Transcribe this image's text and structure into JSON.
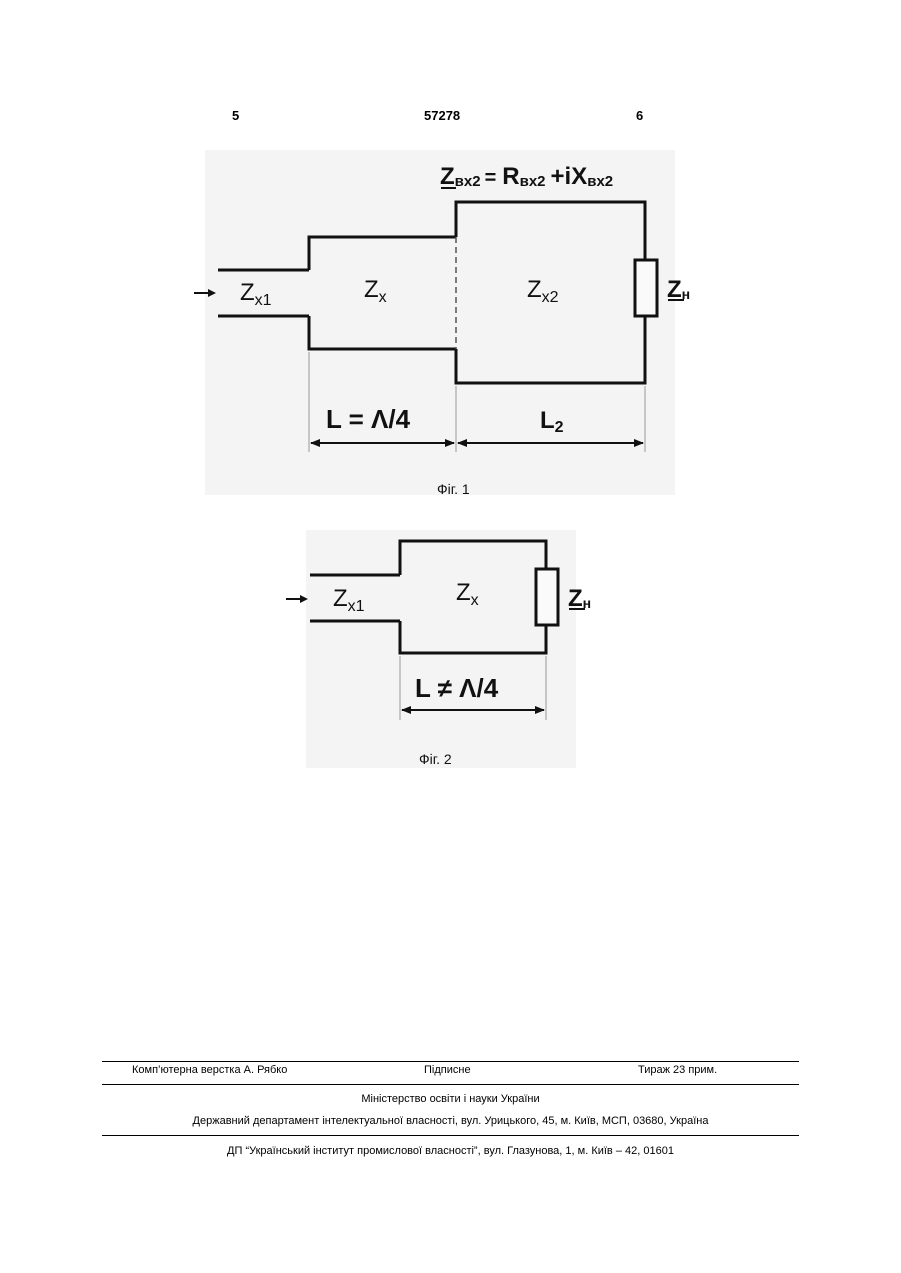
{
  "header": {
    "page_left": "5",
    "patent_number": "57278",
    "page_right": "6"
  },
  "figure1": {
    "formula_z": "Z",
    "formula_z_sub": "вх2",
    "formula_eq": "=",
    "formula_r": "R",
    "formula_r_sub": "вх2",
    "formula_plus": "+iX",
    "formula_x_sub": "вх2",
    "label_zx1_main": "Z",
    "label_zx1_sub": "x1",
    "label_zx_main": "Z",
    "label_zx_sub": "x",
    "label_zx2_main": "Z",
    "label_zx2_sub": "x2",
    "label_zn_main": "Z",
    "label_zn_sub": "н",
    "dim_left": "L = Λ/4",
    "dim_right_main": "L",
    "dim_right_sub": "2",
    "caption": "Фіг. 1"
  },
  "figure2": {
    "label_zx1_main": "Z",
    "label_zx1_sub": "x1",
    "label_zx_main": "Z",
    "label_zx_sub": "x",
    "label_zn_main": "Z",
    "label_zn_sub": "н",
    "dim": "L ≠ Λ/4",
    "caption": "Фіг. 2"
  },
  "footer": {
    "typesetting": "Комп’ютерна верстка А. Рябко",
    "signed": "Підписне",
    "circulation": "Тираж 23 прим.",
    "ministry": "Міністерство освіти і науки України",
    "department": "Державний департамент інтелектуальної власності, вул. Урицького, 45, м. Київ, МСП, 03680, Україна",
    "institute": "ДП “Український інститут промислової власності”, вул. Глазунова, 1, м. Київ – 42, 01601"
  }
}
